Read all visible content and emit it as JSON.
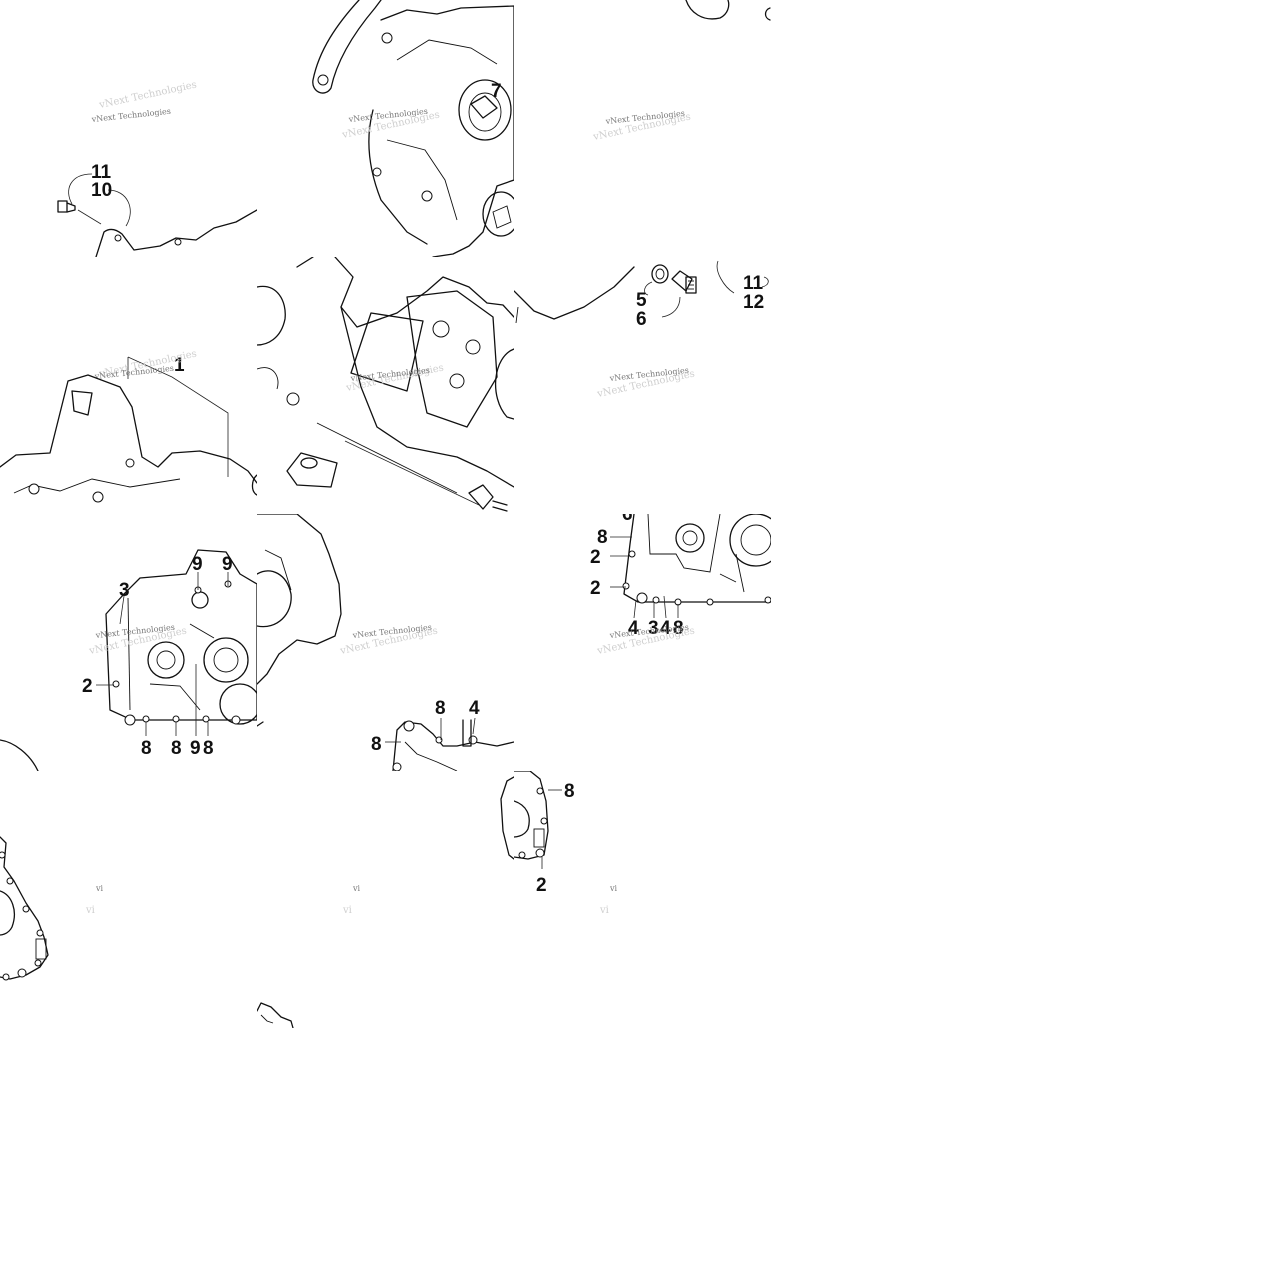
{
  "diagram": {
    "watermark_text": "vNext Technologies",
    "watermark_cut_text": "vi",
    "callouts": {
      "c1": "1",
      "c2": "2",
      "c3": "3",
      "c4": "4",
      "c5": "5",
      "c6": "6",
      "c7": "7",
      "c8": "8",
      "c9": "9",
      "c10": "10",
      "c11": "11",
      "c12": "12"
    }
  }
}
